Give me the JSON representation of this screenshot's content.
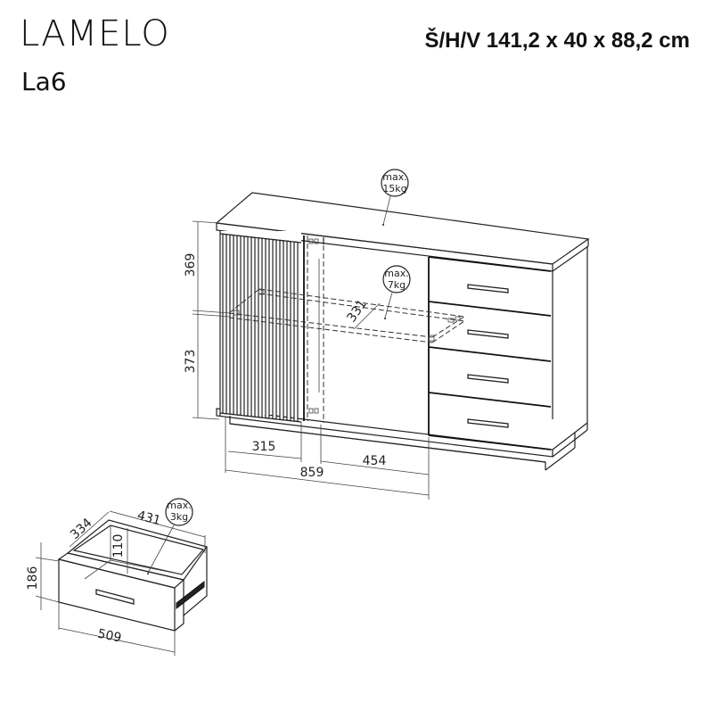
{
  "header": {
    "product_name": "LAMELO",
    "model_code": "La6",
    "overall_dimensions": "Š/H/V 141,2 x 40 x 88,2 cm"
  },
  "cabinet": {
    "load_top": {
      "line1": "max.",
      "line2": "15kg"
    },
    "load_shelf": {
      "line1": "max.",
      "line2": "7kg"
    },
    "dimensions": {
      "upper_height": "369",
      "lower_height": "373",
      "shelf_depth": "331",
      "door_left_width": "315",
      "door_right_width": "454",
      "compartment_width": "859"
    },
    "drawer_count": 4
  },
  "drawer": {
    "load": {
      "line1": "max.",
      "line2": "3kg"
    },
    "dimensions": {
      "depth": "334",
      "inner_width": "431",
      "inner_height": "110",
      "front_height": "186",
      "front_width": "509"
    }
  }
}
